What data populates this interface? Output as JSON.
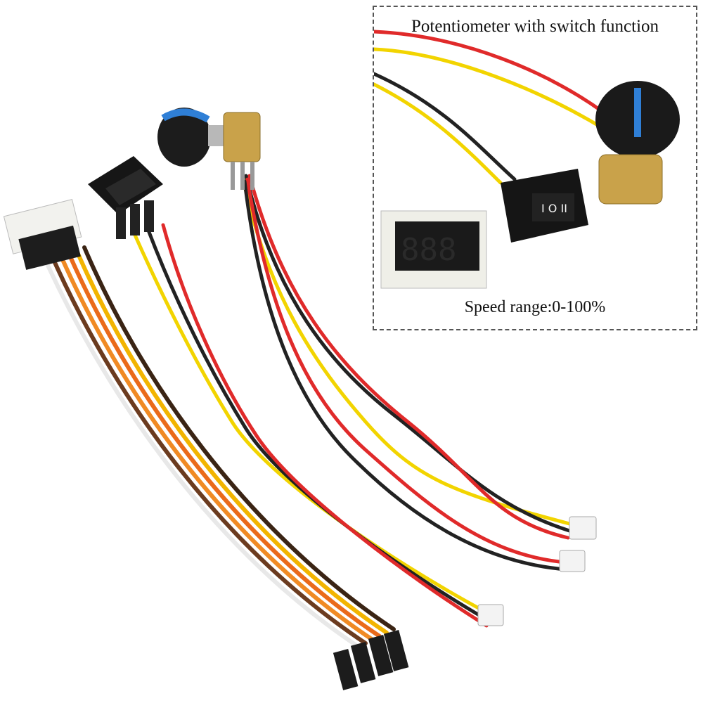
{
  "inset": {
    "title": "Potentiometer with switch function",
    "subtitle": "Speed range:0-100%",
    "display_digits": "888",
    "switch_label": "I O II"
  },
  "wire_colors": {
    "red": "#e02a2a",
    "yellow": "#f2d400",
    "black": "#222222",
    "orange": "#f08a24",
    "brown": "#6b3b1f",
    "white": "#f4f4f4"
  },
  "knob_accent": "#2f7fd6"
}
